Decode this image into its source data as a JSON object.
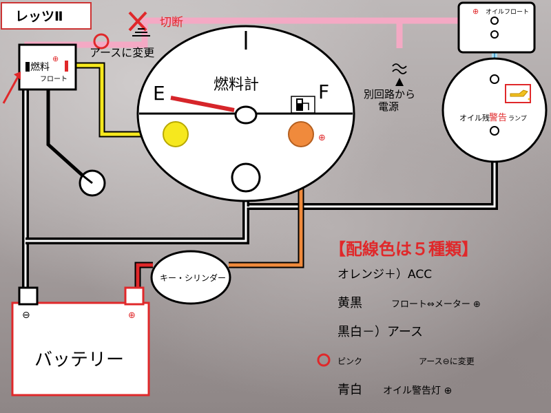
{
  "title": "レッツⅡ",
  "float_box": {
    "line1": "燃料",
    "line2": "フロート",
    "plus": "⊕"
  },
  "earth_note": "アースに変更",
  "cut_label": "切断",
  "gauge": {
    "title": "燃料計",
    "empty": "E",
    "full": "F",
    "plus": "⊕"
  },
  "other_circuit": {
    "line1": "別回路から",
    "line2": "電源"
  },
  "oil_float": {
    "plus": "⊕",
    "label": "オイルフロート"
  },
  "oil_lamp": {
    "label_a": "オイル残",
    "label_b": "警告",
    "label_c": "ランプ"
  },
  "key_cylinder": "キー・シリンダー",
  "battery": {
    "label": "バッテリー",
    "minus": "⊖",
    "plus": "⊕"
  },
  "legend": {
    "title": "【配線色は５種類】",
    "rows": [
      {
        "left": "オレンジ＋）ACC",
        "right": ""
      },
      {
        "left": "黄黒",
        "right": "フロート⇔メーター ⊕"
      },
      {
        "left": "黒白－）アース",
        "right": ""
      },
      {
        "left": "ピンク",
        "right": "アース⊖に変更"
      },
      {
        "left": "青白",
        "right": "オイル警告灯 ⊕"
      }
    ]
  },
  "colors": {
    "pink": "#f4a9c4",
    "yellow": "#f6e81e",
    "orange": "#f08a3c",
    "red": "#e0282a",
    "light_blue": "#a9dcf0",
    "legend_red": "#e0282a"
  }
}
